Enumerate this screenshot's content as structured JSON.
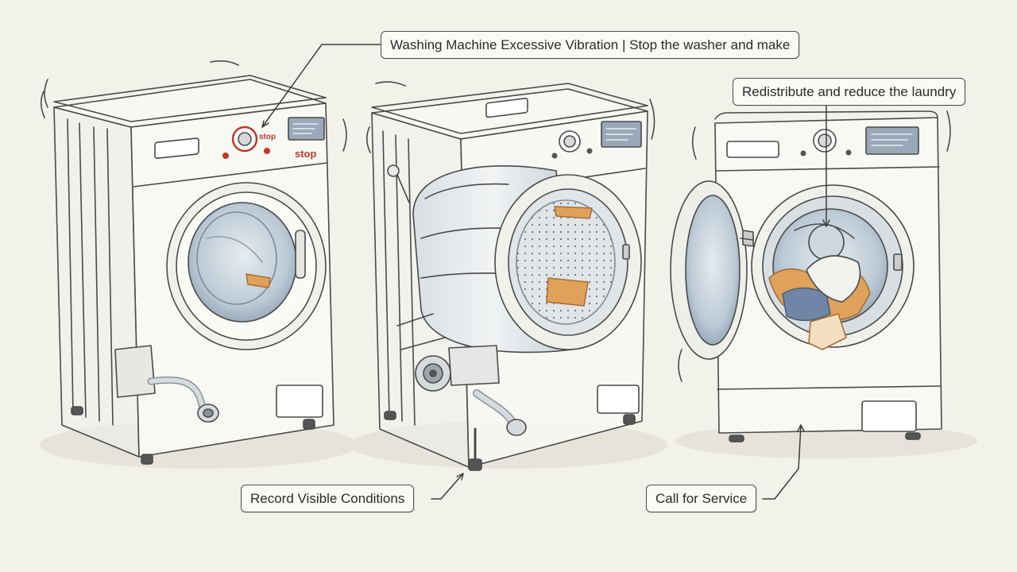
{
  "callouts": {
    "top_instruction": "Washing Machine Excessive Vibration | Stop the washer and make",
    "redistribute": "Redistribute and reduce the laundry",
    "record": "Record Visible Conditions",
    "service": "Call for Service"
  },
  "panel_labels": {
    "stop_small": "stop",
    "stop_large": "stop"
  },
  "colors": {
    "background": "#f3f2ea",
    "line": "#4a4a4a",
    "accent_red": "#c0392b",
    "glass": "#b9c6d2",
    "laundry_orange": "#e0a25a",
    "laundry_blue": "#6f86a6"
  },
  "icons": {
    "stop_button": "power-dial-icon",
    "display": "lcd-display-icon"
  }
}
